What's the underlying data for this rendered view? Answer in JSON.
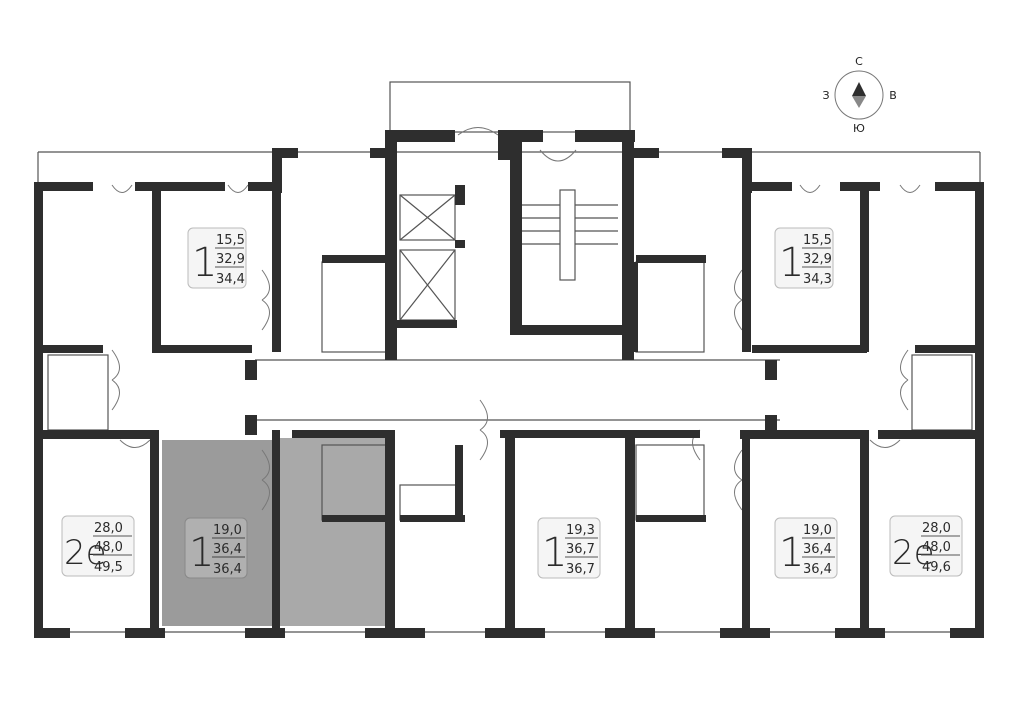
{
  "compass": {
    "north": "С",
    "east": "В",
    "south": "Ю",
    "west": "З"
  },
  "colors": {
    "wall": "#2e2e2e",
    "highlight": "#9b9b9b",
    "highlight_light": "#b5b5b5",
    "label_box": "#f5f5f5"
  },
  "apartments": [
    {
      "id": "apt-top-left",
      "rooms": "1",
      "living": "15,5",
      "total": "32,9",
      "total_full": "34,4"
    },
    {
      "id": "apt-top-right",
      "rooms": "1",
      "living": "15,5",
      "total": "32,9",
      "total_full": "34,3"
    },
    {
      "id": "apt-bottom-far-left",
      "rooms": "2е",
      "living": "28,0",
      "total": "48,0",
      "total_full": "49,5"
    },
    {
      "id": "apt-bottom-left",
      "rooms": "1",
      "living": "19,0",
      "total": "36,4",
      "total_full": "36,4",
      "highlighted": true
    },
    {
      "id": "apt-bottom-center",
      "rooms": "1",
      "living": "19,3",
      "total": "36,7",
      "total_full": "36,7"
    },
    {
      "id": "apt-bottom-right",
      "rooms": "1",
      "living": "19,0",
      "total": "36,4",
      "total_full": "36,4"
    },
    {
      "id": "apt-bottom-far-right",
      "rooms": "2е",
      "living": "28,0",
      "total": "48,0",
      "total_full": "49,6"
    }
  ]
}
